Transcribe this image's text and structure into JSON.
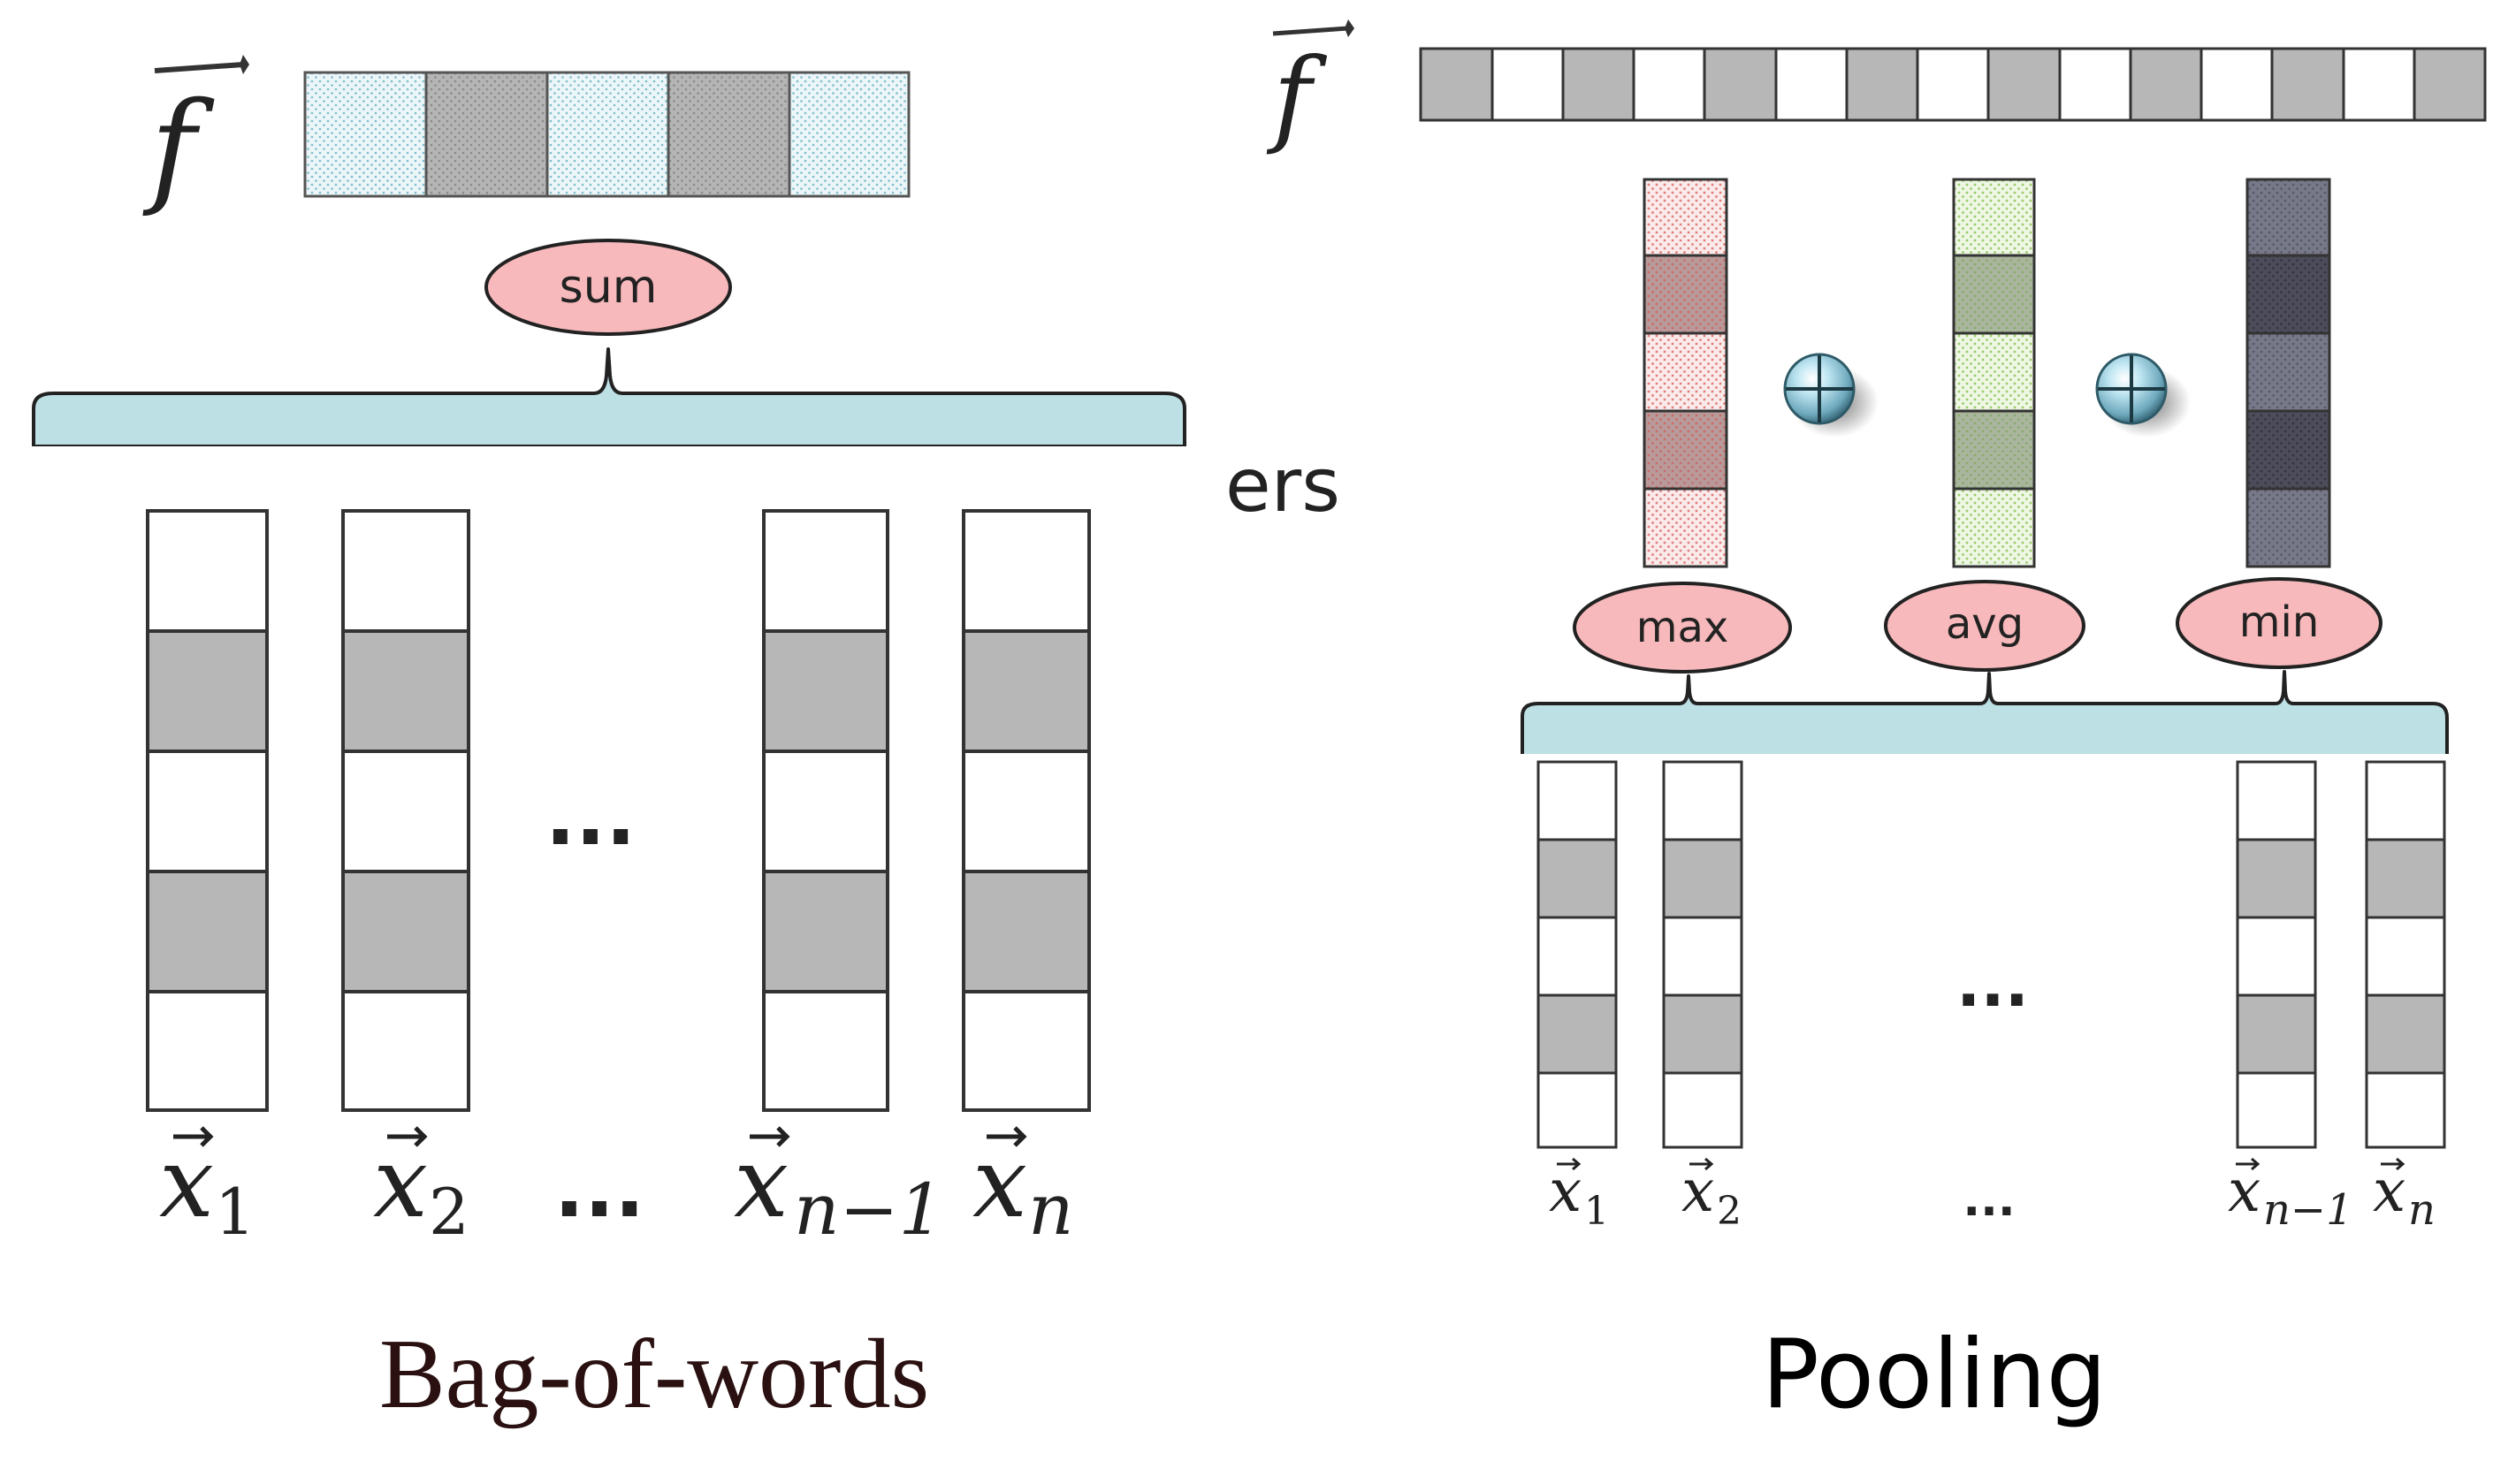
{
  "colors": {
    "bracket_fill": "#bde0e4",
    "oval_fill": "#f7b9bb",
    "gray_cell": "#b7b7b7",
    "dark_gray_cell": "#474754",
    "caption_bow": "#2a1010",
    "pattern_dots": "#7cbccb"
  },
  "left": {
    "feature_symbol": "f",
    "aggregator": "sum",
    "ellipsis": "...",
    "x_labels": [
      {
        "base": "x",
        "sub": "1"
      },
      {
        "base": "x",
        "sub": "2"
      },
      {
        "base": "x",
        "sub": "n−1"
      },
      {
        "base": "x",
        "sub": "n"
      }
    ],
    "caption": "Bag-of-words"
  },
  "right": {
    "feature_symbol": "f",
    "aggregators": [
      "max",
      "avg",
      "min"
    ],
    "combine_symbol": "plus-circle-icon",
    "ellipsis": "...",
    "x_labels": [
      {
        "base": "x",
        "sub": "1"
      },
      {
        "base": "x",
        "sub": "2"
      },
      {
        "base": "x",
        "sub": "n−1"
      },
      {
        "base": "x",
        "sub": "n"
      }
    ],
    "caption": "Pooling"
  },
  "fragment": "ers"
}
